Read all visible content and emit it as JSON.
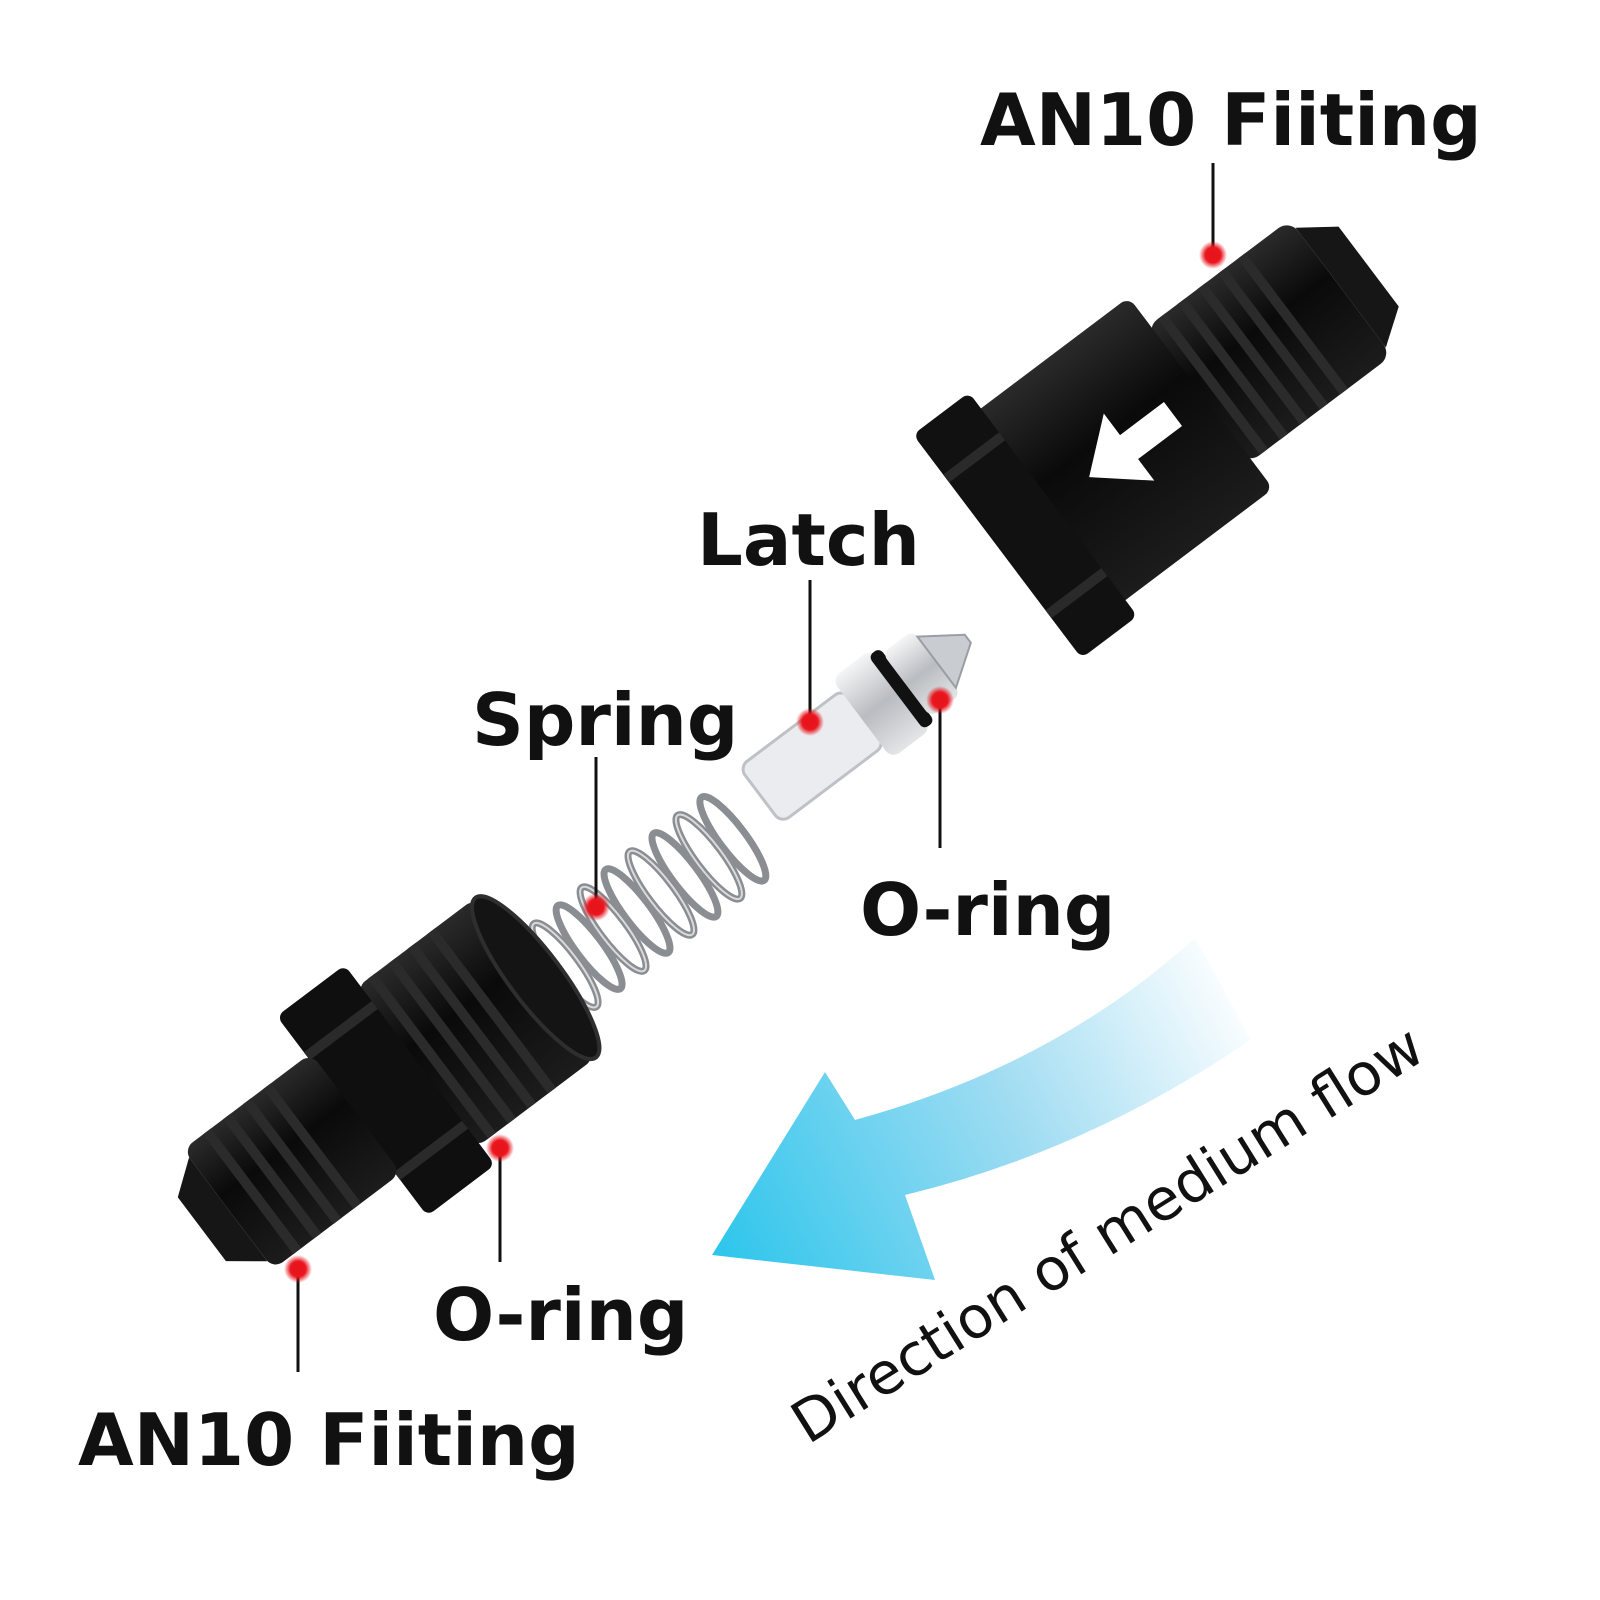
{
  "labels": {
    "top_fitting": "AN10 Fiiting",
    "latch": "Latch",
    "spring": "Spring",
    "top_oring": "O-ring",
    "bottom_oring": "O-ring",
    "bottom_fitting": "AN10 Fiiting"
  },
  "flow_caption": "Direction of medium flow",
  "colors": {
    "marker": "#e8141c",
    "leader": "#111111",
    "fitting": "#0c0c0c",
    "flow_arrow": "#2fc6ec",
    "flow_fade": "#ffffff",
    "latch_metal": "#c9ccd0",
    "spring_metal": "#8a8d91"
  },
  "icons": {
    "fitting_arrow": "white-down-left-arrow-icon",
    "flow_arrow": "curved-flow-arrow-icon"
  }
}
